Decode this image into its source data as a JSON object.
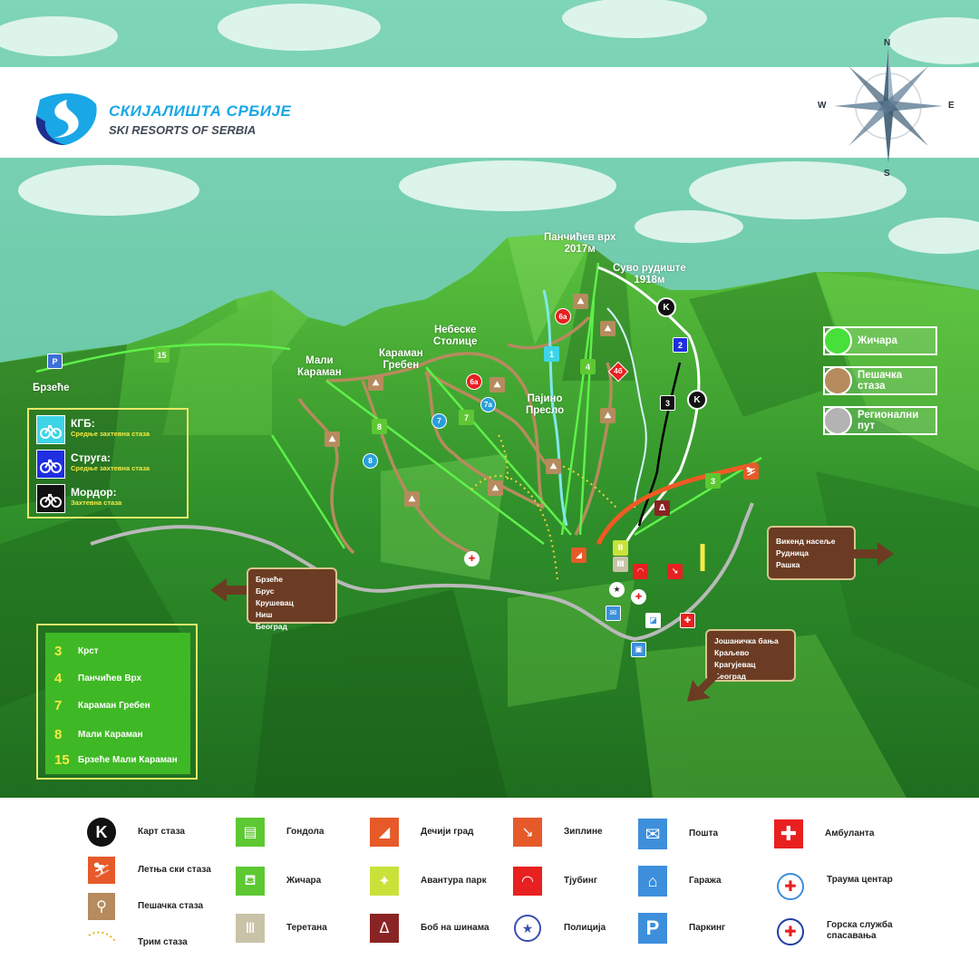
{
  "brand": {
    "title_sr": "СКИЈАЛИШТА СРБИЈЕ",
    "title_en": "SKI RESORTS OF SERBIA"
  },
  "compass": {
    "n": "N",
    "s": "S",
    "e": "E",
    "w": "W"
  },
  "peaks": {
    "pancic": {
      "name": "Панчићев врх",
      "elev": "2017м"
    },
    "suvo": {
      "name": "Суво рудиште",
      "elev": "1918м"
    }
  },
  "places": {
    "mali_karaman_1": "Мали",
    "mali_karaman_2": "Караман",
    "karaman_greben_1": "Караман",
    "karaman_greben_2": "Гребен",
    "nebeske_1": "Небеске",
    "nebeske_2": "Столице",
    "pajino_1": "Пајино",
    "pajino_2": "Пресло",
    "brzece": "Брзеће"
  },
  "map_markers": {
    "r6a": "6a",
    "r4b": "4б",
    "r6a2": "6a",
    "c7": "7",
    "c7a": "7a",
    "c8": "8",
    "l4": "4",
    "l8": "8",
    "l7": "7",
    "l3": "3",
    "l15": "15",
    "b1": "1",
    "b2": "2",
    "b3": "3",
    "k": "K",
    "parking": "P"
  },
  "signs": {
    "west": [
      "Брзеће",
      "Брус",
      "Крушевац",
      "Ниш",
      "Београд"
    ],
    "east": [
      "Викенд насеље",
      "Рудница",
      "Рашка"
    ],
    "southeast": [
      "Јошаничка бања",
      "Краљево",
      "Крагујевац",
      "Београд"
    ]
  },
  "bike_legend": [
    {
      "name": "КГБ:",
      "diff": "Средње захтевна стаза",
      "num": "1",
      "color": "#3ed4e8"
    },
    {
      "name": "Струга:",
      "diff": "Средње захтевна стаза",
      "num": "2",
      "color": "#1f2ee0"
    },
    {
      "name": "Мордор:",
      "diff": "Захтевна стаза",
      "num": "3",
      "color": "#111111"
    }
  ],
  "lift_legend": [
    {
      "num": "3",
      "name": "Крст"
    },
    {
      "num": "4",
      "name": "Панчићев Врх"
    },
    {
      "num": "7",
      "name": "Караман Гребен"
    },
    {
      "num": "8",
      "name": "Мали Караман"
    },
    {
      "num": "15",
      "name": "Брзеће Мали Караман"
    }
  ],
  "route_legend": [
    {
      "label_1": "Жичара",
      "label_2": "",
      "color": "#47e03a"
    },
    {
      "label_1": "Пешачка",
      "label_2": "стаза",
      "color": "#b68b5e"
    },
    {
      "label_1": "Регионални",
      "label_2": "пут",
      "color": "#b3b3b3"
    }
  ],
  "bottom_legend": [
    {
      "icon": "kart-icon",
      "label": "Карт стаза",
      "label_2": ""
    },
    {
      "icon": "summer-ski-icon",
      "label": "Летња ски стаза",
      "label_2": ""
    },
    {
      "icon": "hiking-icon",
      "label": "Пешачка стаза",
      "label_2": ""
    },
    {
      "icon": "trim-trail-icon",
      "label": "Трим стаза",
      "label_2": ""
    },
    {
      "icon": "gondola-icon",
      "label": "Гондола",
      "label_2": ""
    },
    {
      "icon": "chairlift-icon",
      "label": "Жичара",
      "label_2": ""
    },
    {
      "icon": "gym-icon",
      "label": "Теретана",
      "label_2": ""
    },
    {
      "icon": "kids-park-icon",
      "label": "Дечији град",
      "label_2": ""
    },
    {
      "icon": "adventure-park-icon",
      "label": "Авантура парк",
      "label_2": ""
    },
    {
      "icon": "bobsled-icon",
      "label": "Боб на шинама",
      "label_2": ""
    },
    {
      "icon": "zipline-icon",
      "label": "Зиплине",
      "label_2": ""
    },
    {
      "icon": "tubing-icon",
      "label": "Тјубинг",
      "label_2": ""
    },
    {
      "icon": "police-icon",
      "label": "Полиција",
      "label_2": ""
    },
    {
      "icon": "post-icon",
      "label": "Пошта",
      "label_2": ""
    },
    {
      "icon": "garage-icon",
      "label": "Гаража",
      "label_2": ""
    },
    {
      "icon": "parking-icon",
      "label": "Паркинг",
      "label_2": ""
    },
    {
      "icon": "ambulance-icon",
      "label": "Амбуланта",
      "label_2": ""
    },
    {
      "icon": "trauma-center-icon",
      "label": "Траума центар",
      "label_2": ""
    },
    {
      "icon": "mountain-rescue-icon",
      "label": "Горска служба",
      "label_2": "спасавања"
    }
  ],
  "colors": {
    "sky": "#64c7a6",
    "mountain": "#3a9e2e",
    "brand_blue": "#1aa7e6",
    "sign_brown": "#6b3c23",
    "legend_yellow": "#e9e86a"
  }
}
